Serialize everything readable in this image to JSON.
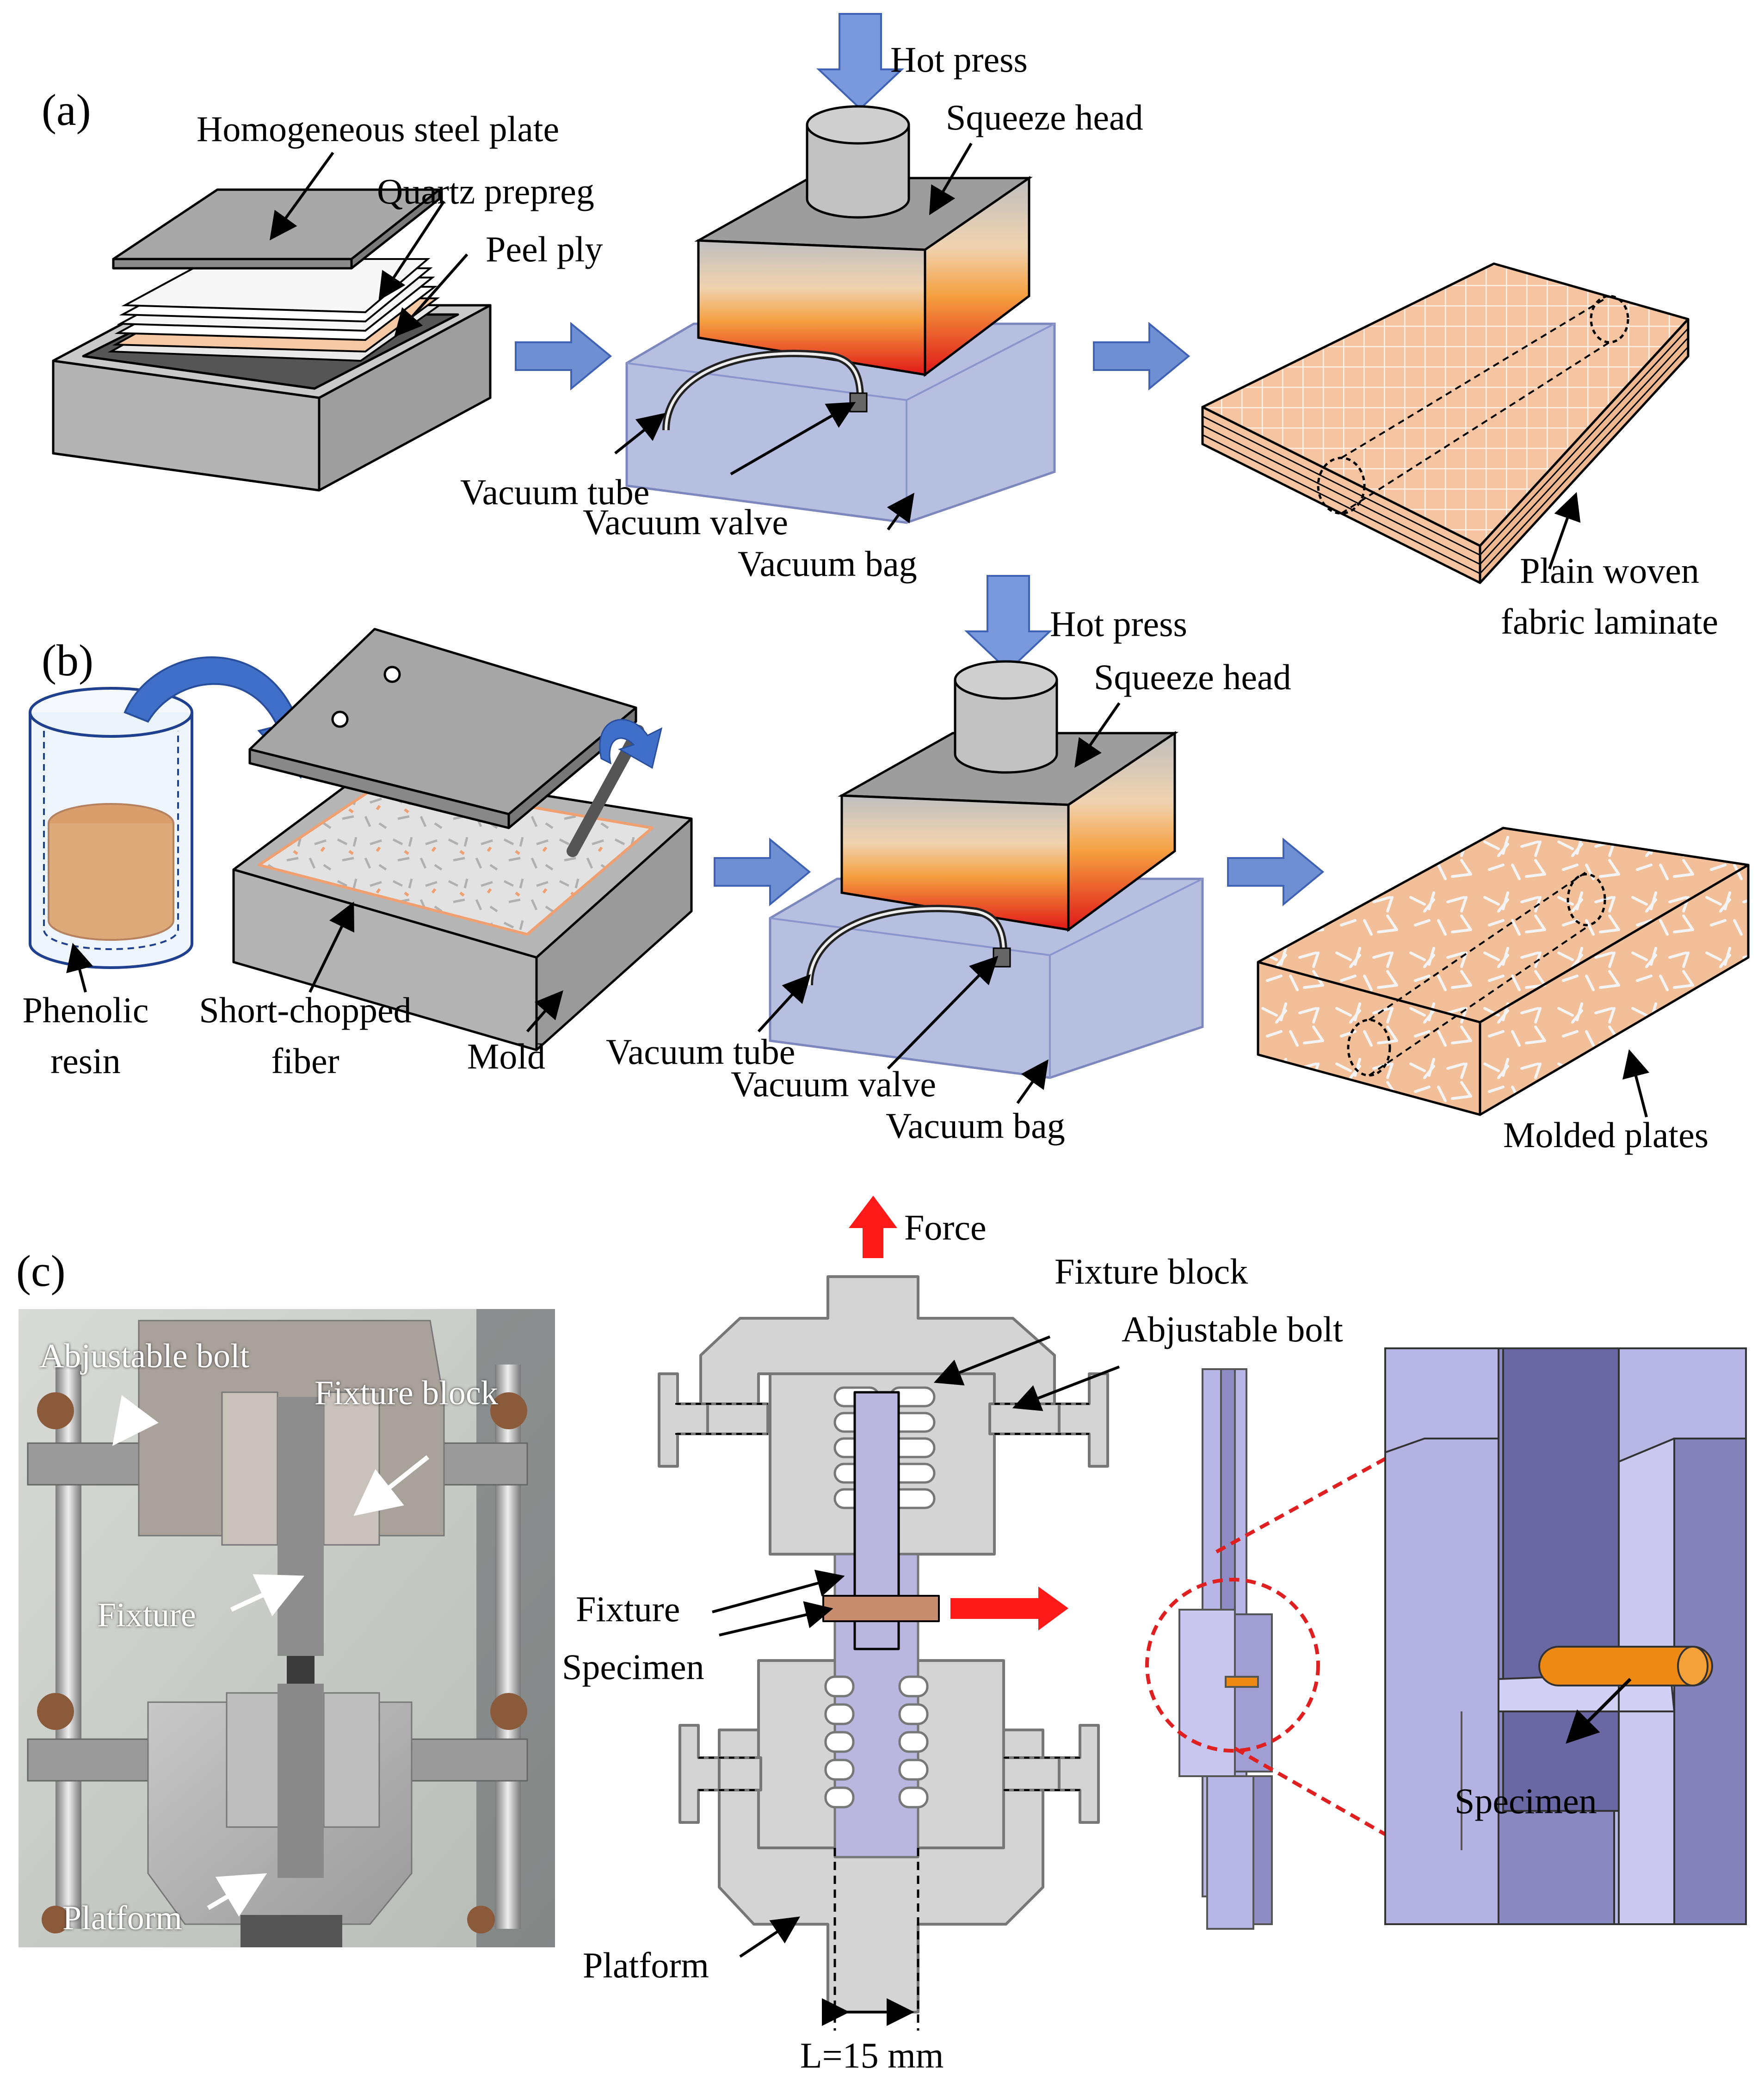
{
  "panels": {
    "a": "(a)",
    "b": "(b)",
    "c": "(c)"
  },
  "colors": {
    "steel": "#b9b9b9",
    "steel_dark": "#8c8c8c",
    "prepreg": "#f6c8a4",
    "bag": "#aab4dc",
    "arrow_fill": "#6f8fd3",
    "arrow_stroke": "#3f62b4",
    "laminate": "#f6c4a0",
    "resin": "#e07a22",
    "fixture": "#d4d4d4",
    "fixture_blue": "#b9b6e0",
    "force_red": "#ff1a1a",
    "specimen_orange": "#ee8a14"
  },
  "a": {
    "steel_plate": "Homogeneous steel plate",
    "prepreg": "Quartz prepreg",
    "peel_ply": "Peel ply",
    "hot_press": "Hot press",
    "squeeze_head": "Squeeze head",
    "vacuum_tube": "Vacuum tube",
    "vacuum_valve": "Vacuum valve",
    "vacuum_bag": "Vacuum bag",
    "laminate_line1": "Plain woven",
    "laminate_line2": "fabric laminate"
  },
  "b": {
    "hot_press": "Hot press",
    "squeeze_head": "Squeeze head",
    "resin_line1": "Phenolic",
    "resin_line2": "resin",
    "fiber_line1": "Short-chopped",
    "fiber_line2": "fiber",
    "mold": "Mold",
    "vacuum_tube": "Vacuum tube",
    "vacuum_valve": "Vacuum valve",
    "vacuum_bag": "Vacuum bag",
    "molded": "Molded plates"
  },
  "c": {
    "photo_bolt": "Abjustable bolt",
    "photo_block": "Fixture block",
    "photo_fixture": "Fixture",
    "photo_platform": "Platform",
    "force": "Force",
    "block": "Fixture block",
    "bolt": "Abjustable bolt",
    "fixture": "Fixture",
    "specimen": "Specimen",
    "platform": "Platform",
    "dimension": "L=15 mm",
    "zoom_specimen": "Specimen"
  }
}
